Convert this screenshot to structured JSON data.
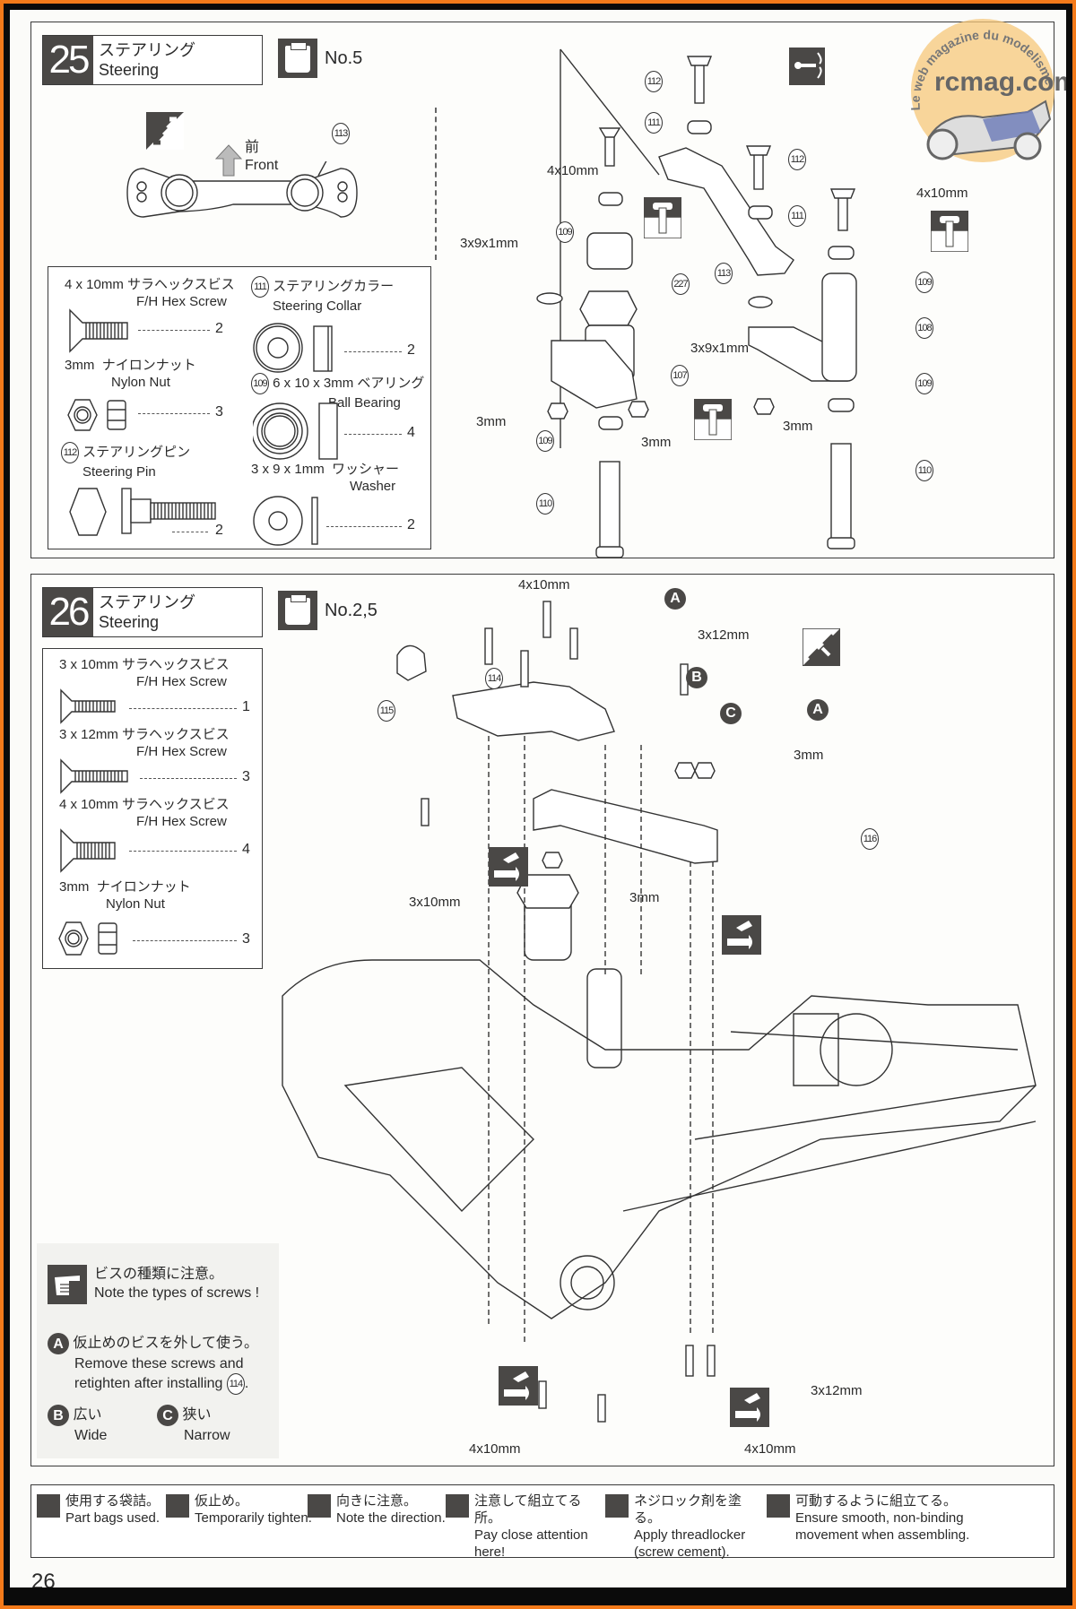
{
  "page_number": "26",
  "watermark": {
    "arc_text": "Le web magazine du modelisme",
    "brand": "rcmag.com",
    "accent": "#f5c77a"
  },
  "colors": {
    "frame_outer": "#f47a1a",
    "frame_inner": "#0b0b0b",
    "dark_icon": "#4a4846"
  },
  "steps": [
    {
      "number": "25",
      "title_jp": "ステアリング",
      "title_en": "Steering",
      "bag_label": "No.5",
      "orientation": {
        "jp": "前",
        "en": "Front",
        "part_ref": "113"
      },
      "parts": [
        {
          "size": "4 x 10mm",
          "jp": "サラヘックスビス",
          "en": "F/H Hex Screw",
          "qty": "2"
        },
        {
          "size": "3mm",
          "jp": "ナイロンナット",
          "en": "Nylon Nut",
          "qty": "3"
        },
        {
          "ref": "112",
          "jp": "ステアリングピン",
          "en": "Steering Pin",
          "qty": "2"
        },
        {
          "ref": "111",
          "jp": "ステアリングカラー",
          "en": "Steering Collar",
          "qty": "2"
        },
        {
          "ref": "109",
          "size": "6 x 10 x 3mm",
          "jp": "ベアリング",
          "en": "Ball Bearing",
          "qty": "4"
        },
        {
          "size": "3 x 9 x 1mm",
          "jp": "ワッシャー",
          "en": "Washer",
          "qty": "2"
        }
      ],
      "callouts": {
        "r112a": "112",
        "r111a": "111",
        "r112b": "112",
        "r111b": "111",
        "screw_a": "4x10mm",
        "screw_b": "4x10mm",
        "r109a": "109",
        "r227": "227",
        "r113": "113",
        "washer_a": "3x9x1mm",
        "washer_b": "3x9x1mm",
        "r109b": "109",
        "r108": "108",
        "r107": "107",
        "nut_a": "3mm",
        "nut_b": "3mm",
        "nut_c": "3mm",
        "r109c": "109",
        "r109d": "109",
        "r110a": "110",
        "r110b": "110"
      }
    },
    {
      "number": "26",
      "title_jp": "ステアリング",
      "title_en": "Steering",
      "bag_label": "No.2,5",
      "parts": [
        {
          "size": "3 x 10mm",
          "jp": "サラヘックスビス",
          "en": "F/H Hex Screw",
          "qty": "1"
        },
        {
          "size": "3 x 12mm",
          "jp": "サラヘックスビス",
          "en": "F/H Hex Screw",
          "qty": "3"
        },
        {
          "size": "4 x 10mm",
          "jp": "サラヘックスビス",
          "en": "F/H Hex Screw",
          "qty": "4"
        },
        {
          "size": "3mm",
          "jp": "ナイロンナット",
          "en": "Nylon Nut",
          "qty": "3"
        }
      ],
      "callouts": {
        "top_screw": "4x10mm",
        "screw_12": "3x12mm",
        "r114": "114",
        "r115": "115",
        "badge_a1": "A",
        "badge_a2": "A",
        "badge_b": "B",
        "badge_c": "C",
        "nuts_top": "3mm",
        "r116": "116",
        "screw_10": "3x10mm",
        "nut_mid": "3mm",
        "bottom_12": "3x12mm",
        "bottom_left": "4x10mm",
        "bottom_right": "4x10mm"
      },
      "notes": {
        "screw_note_jp": "ビスの種類に注意。",
        "screw_note_en": "Note the types of screws !",
        "a_label": "A",
        "a_jp": "仮止めのビスを外して使う。",
        "a_en_1": "Remove these screws and",
        "a_en_2": "retighten after installing",
        "a_ref": "114",
        "b_label": "B",
        "b_jp": "広い",
        "b_en": "Wide",
        "c_label": "C",
        "c_jp": "狭い",
        "c_en": "Narrow"
      }
    }
  ],
  "legend": [
    {
      "icon": "part-bag-icon",
      "jp": "使用する袋詰。",
      "en": "Part bags used."
    },
    {
      "icon": "temporary-tighten-icon",
      "jp": "仮止め。",
      "en": "Temporarily tighten."
    },
    {
      "icon": "direction-icon",
      "jp": "向きに注意。",
      "en": "Note the direction."
    },
    {
      "icon": "pointing-hand-icon",
      "jp": "注意して組立てる所。",
      "en": "Pay close attention here!"
    },
    {
      "icon": "threadlocker-icon",
      "jp": "ネジロック剤を塗る。",
      "en": "Apply threadlocker (screw cement)."
    },
    {
      "icon": "smooth-movement-icon",
      "jp": "可動するように組立てる。",
      "en": "Ensure smooth, non-binding movement when assembling."
    }
  ]
}
